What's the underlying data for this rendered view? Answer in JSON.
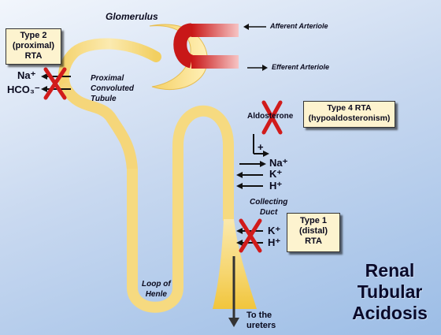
{
  "labels": {
    "glomerulus": "Glomerulus",
    "afferent": "Afferent Arteriole",
    "efferent": "Efferent Arteriole",
    "pct_1": "Proximal",
    "pct_2": "Convoluted",
    "pct_3": "Tubule",
    "loop_1": "Loop of",
    "loop_2": "Henle",
    "collecting_1": "Collecting",
    "collecting_2": "Duct",
    "ureters_1": "To the",
    "ureters_2": "ureters",
    "aldosterone": "Aldosterone",
    "plus": "+"
  },
  "boxes": {
    "type2": [
      "Type 2",
      "(proximal)",
      "RTA"
    ],
    "type4": [
      "Type 4 RTA",
      "(hypoaldosteronism)"
    ],
    "type1": [
      "Type 1",
      "(distal)",
      "RTA"
    ]
  },
  "ions": {
    "proximal_na": "Na⁺",
    "proximal_hco3": "HCO₃⁻",
    "distal_na": "Na⁺",
    "distal_k": "K⁺",
    "distal_h": "H⁺",
    "type1_k": "K⁺",
    "type1_h": "H⁺"
  },
  "title": [
    "Renal",
    "Tubular",
    "Acidosis"
  ],
  "colors": {
    "tubule": "#f2d98a",
    "arteriole": "#cc1b1b",
    "cross": "#d11b1b"
  }
}
